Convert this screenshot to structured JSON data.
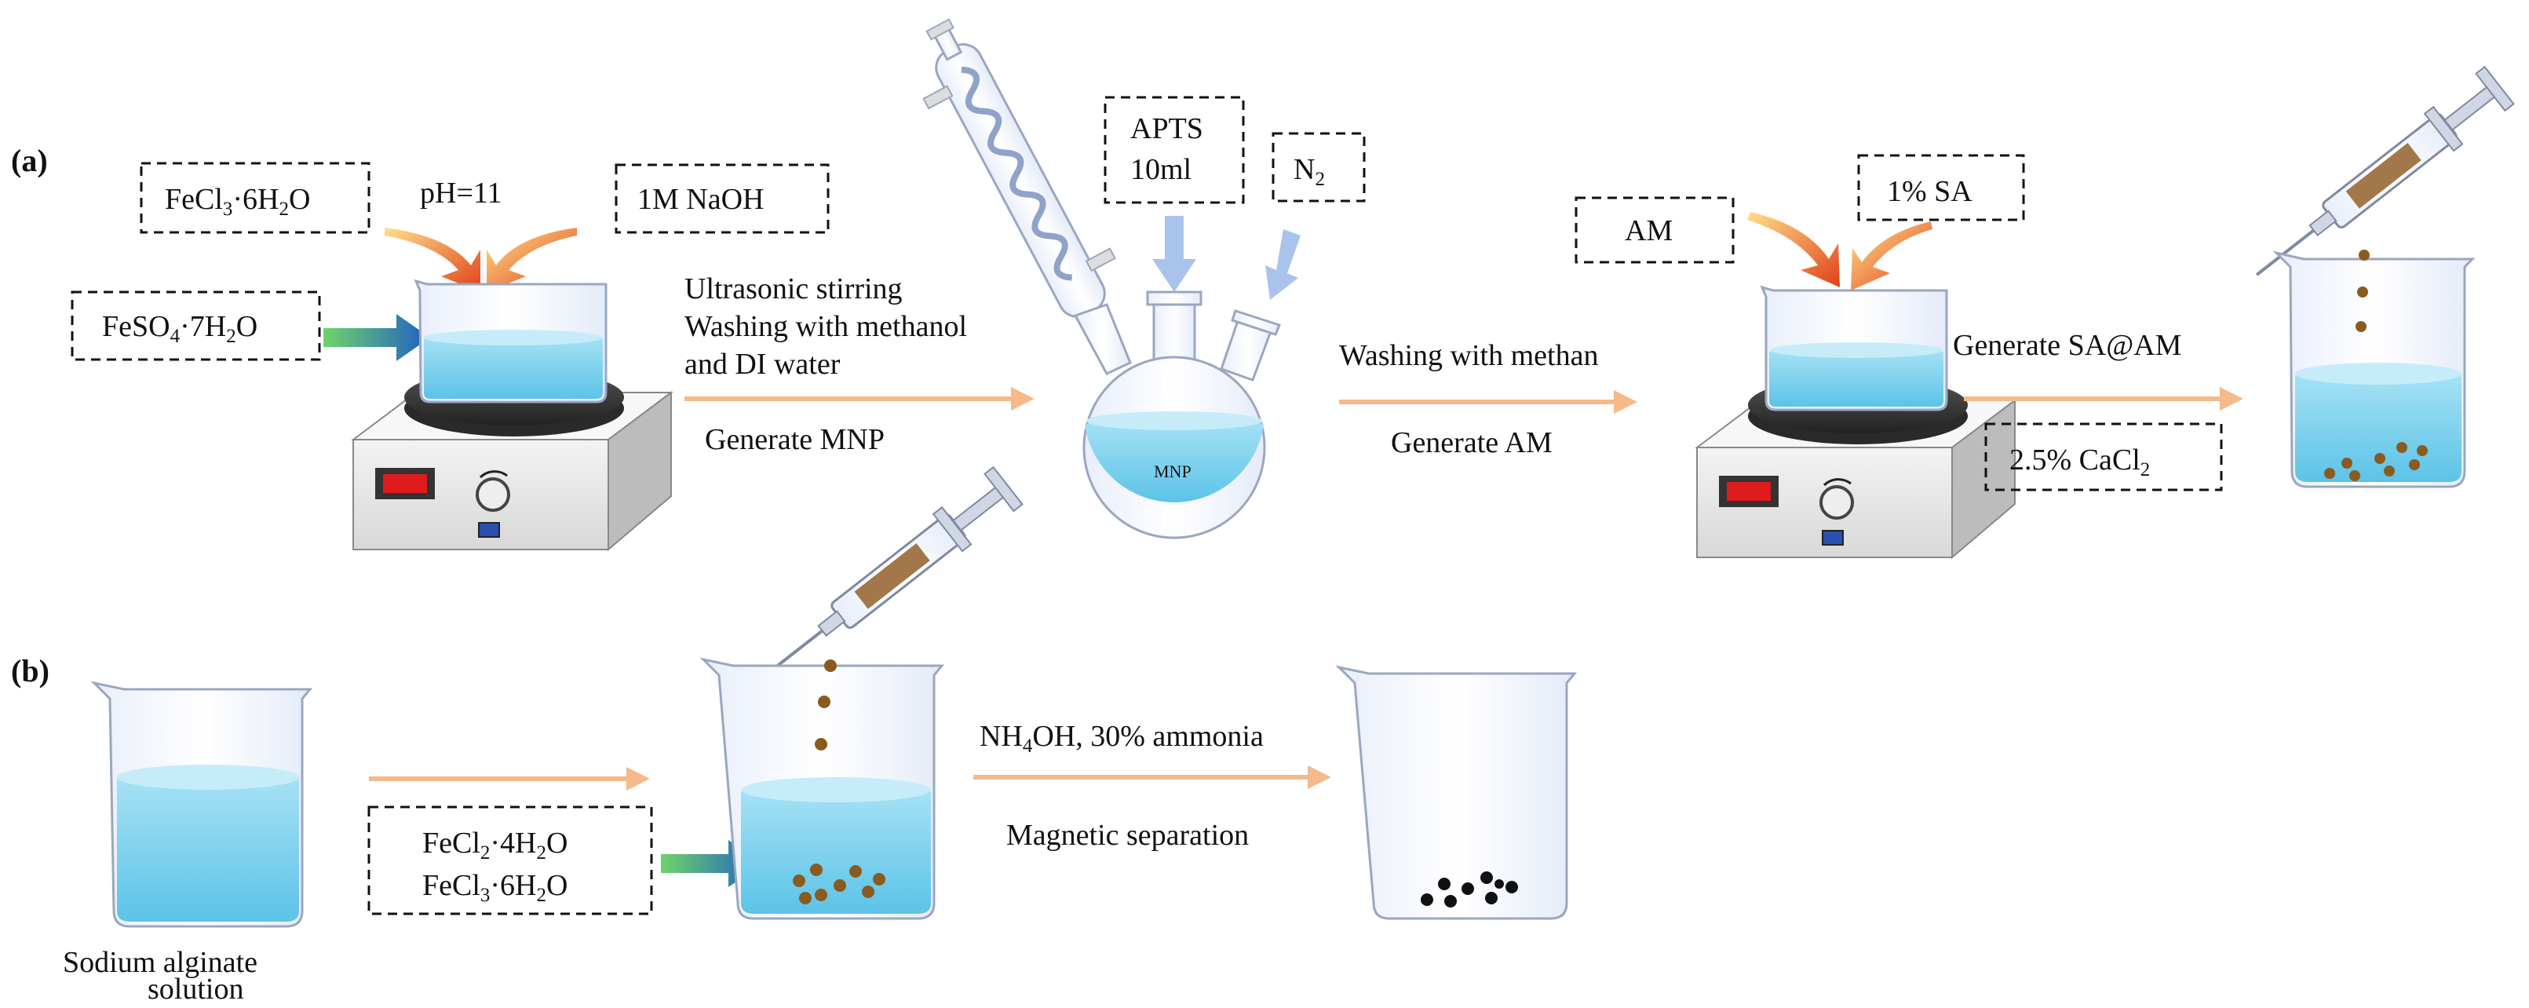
{
  "panel_labels": {
    "a": "(a)",
    "b": "(b)"
  },
  "row_a": {
    "fecl3": {
      "main": "FeCl",
      "sub": "3",
      "rest": "·6H",
      "sub2": "2",
      "end": "O"
    },
    "feso4": {
      "main": "FeSO",
      "sub": "4",
      "rest": "·7H",
      "sub2": "2",
      "end": "O"
    },
    "ph": "pH=11",
    "naoh": "1M NaOH",
    "step1_line1": "Ultrasonic stirring",
    "step1_line2": "Washing with methanol",
    "step1_line3": "and DI water",
    "step1_result": "Generate MNP",
    "apts_line1": "APTS",
    "apts_line2": "10ml",
    "n2": {
      "main": "N",
      "sub": "2"
    },
    "flask_label": "MNP",
    "step2_line1": "Washing with methan",
    "step2_result": "Generate AM",
    "am": "AM",
    "sa": "1% SA",
    "step3_line1": "Generate SA@AM",
    "cacl2": {
      "main": "2.5% CaCl",
      "sub": "2"
    }
  },
  "row_b": {
    "beaker_caption_line1": "Sodium alginate",
    "beaker_caption_line2": "solution",
    "fecl2": {
      "main": "FeCl",
      "sub": "2",
      "rest": "·4H",
      "sub2": "2",
      "end": "O"
    },
    "fecl3": {
      "main": "FeCl",
      "sub": "3",
      "rest": "·6H",
      "sub2": "2",
      "end": "O"
    },
    "step_line1": {
      "main": "NH",
      "sub": "4",
      "rest": "OH, 30% ammonia"
    },
    "step_result": "Magnetic separation"
  },
  "colors": {
    "arrow": "#f5b98a",
    "liquid": "#7fd0ec",
    "bead_brown": "#8a5a1e",
    "bead_black": "#111111",
    "stirrer_body": "#e9e9e9",
    "display_red": "#e01b1b"
  }
}
